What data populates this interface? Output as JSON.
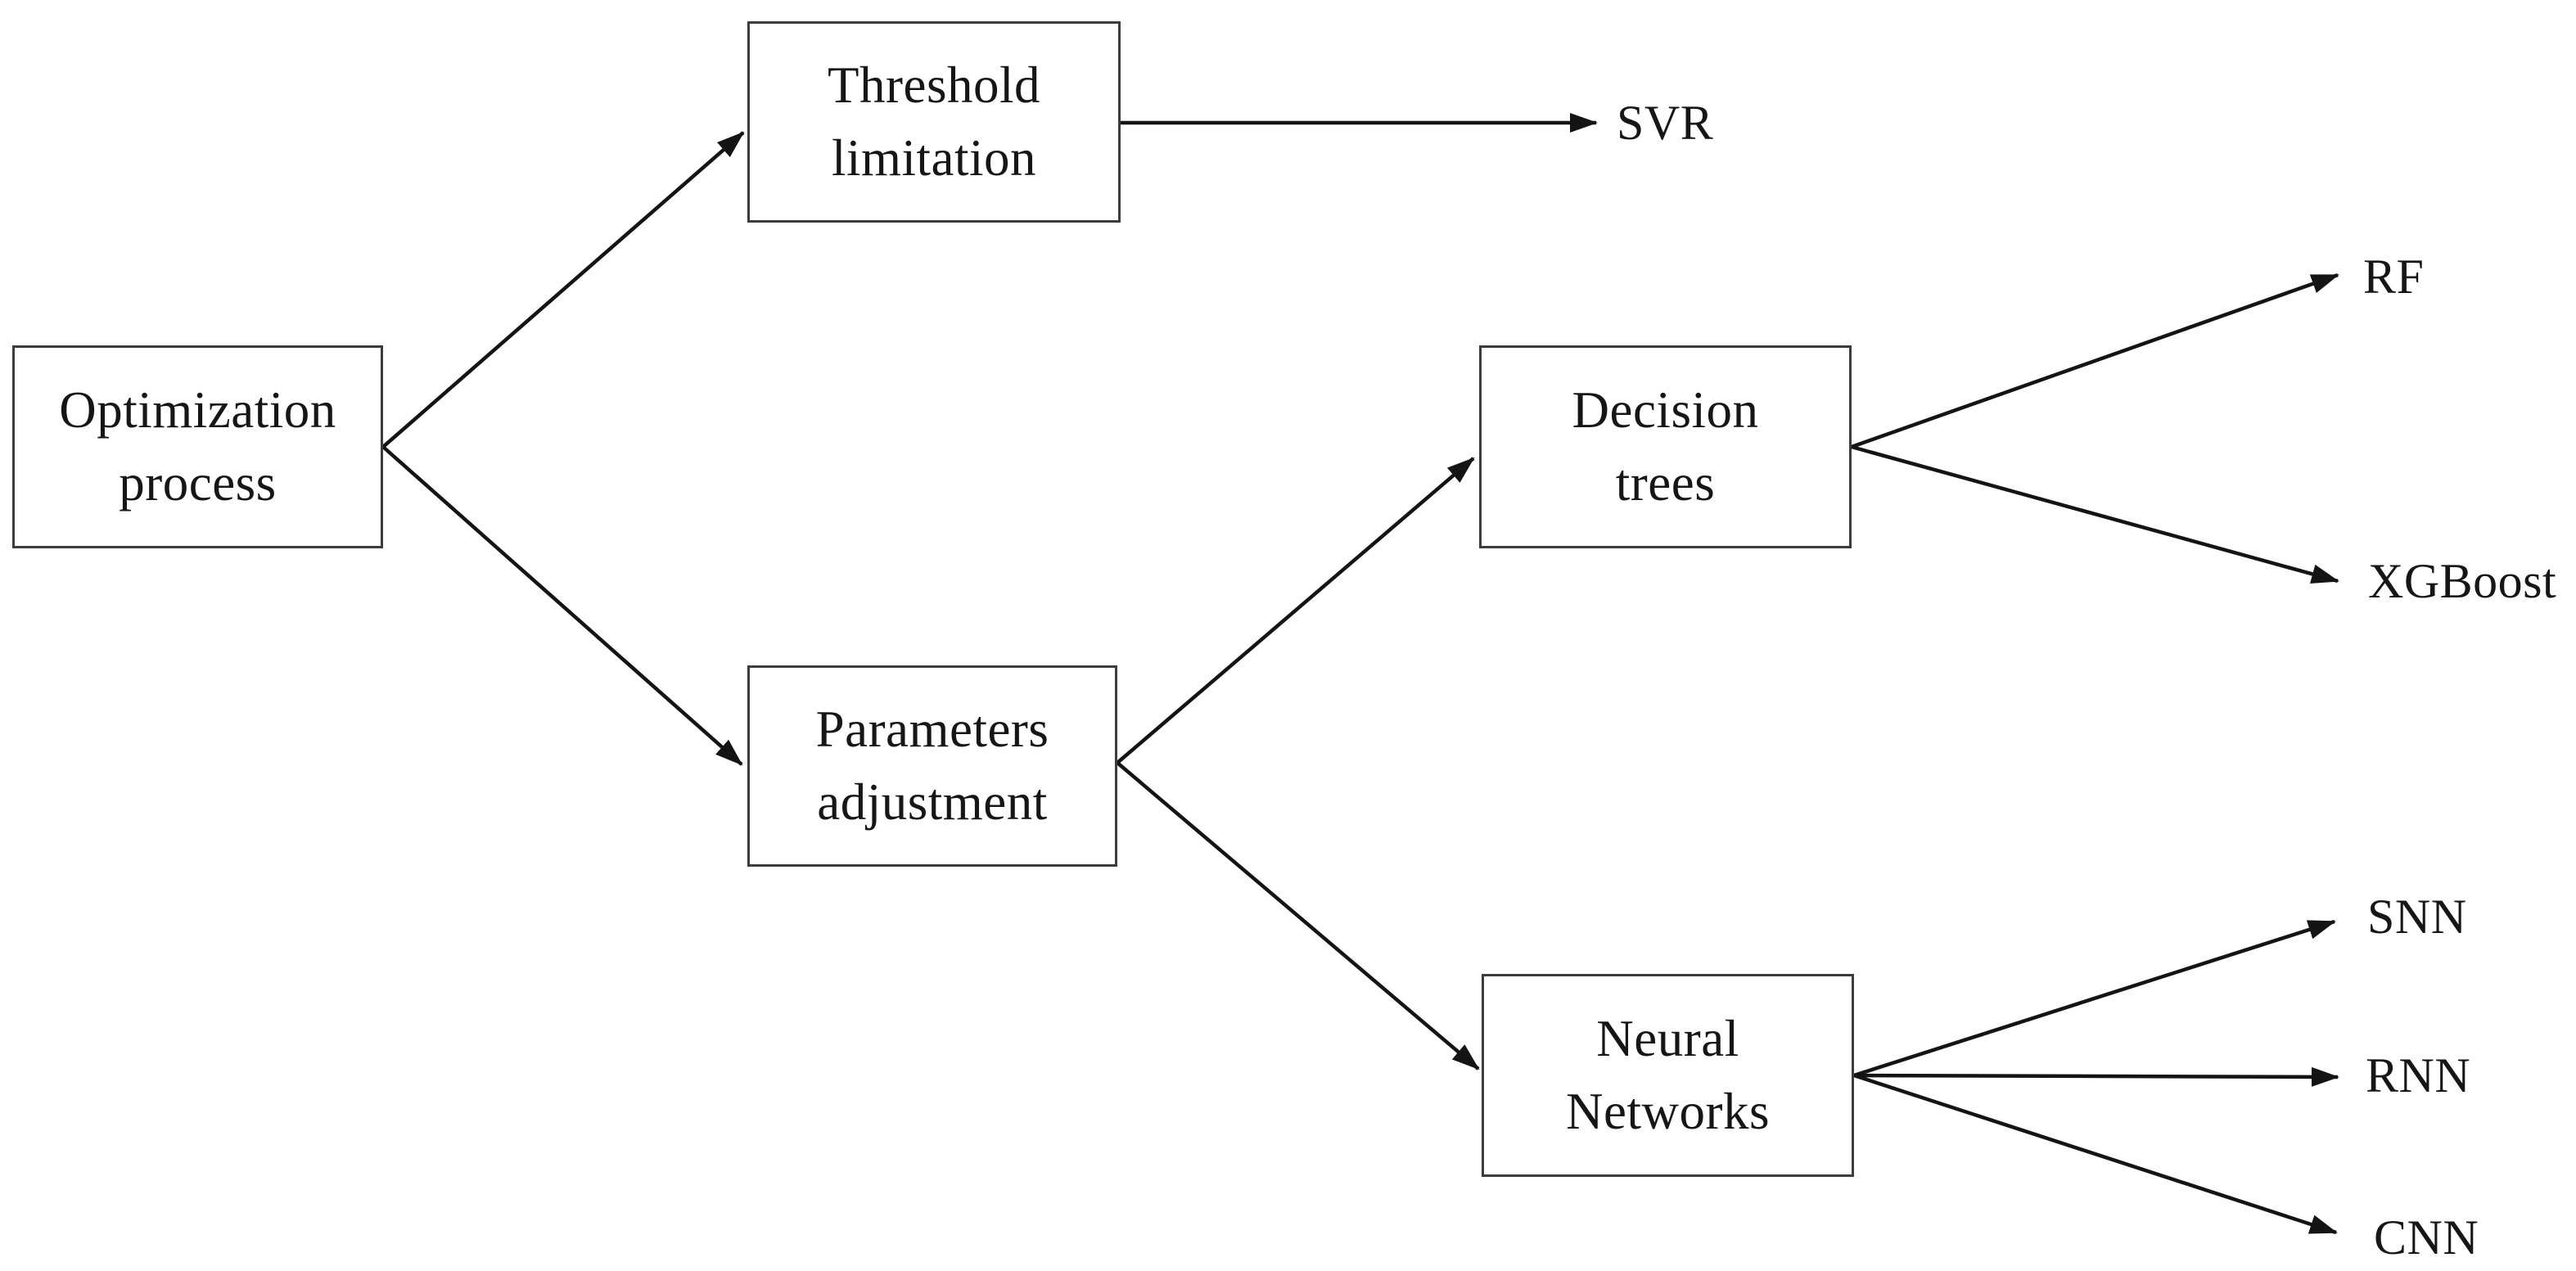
{
  "figure": {
    "type": "flowchart",
    "background_color": "#ffffff",
    "ink_color": "#141414",
    "box_border_color": "#3c3c3c",
    "nodes": {
      "optimization": {
        "lines": [
          "Optimization",
          "process"
        ]
      },
      "threshold": {
        "lines": [
          "Threshold",
          "limitation"
        ]
      },
      "parameters": {
        "lines": [
          "Parameters",
          "adjustment"
        ]
      },
      "decision": {
        "lines": [
          "Decision",
          "trees"
        ]
      },
      "neural": {
        "lines": [
          "Neural",
          "Networks"
        ]
      }
    },
    "leaves": {
      "svr": "SVR",
      "rf": "RF",
      "xgboost": "XGBoost",
      "snn": "SNN",
      "rnn": "RNN",
      "cnn": "CNN"
    },
    "edges": [
      {
        "from": "optimization",
        "to": "threshold"
      },
      {
        "from": "optimization",
        "to": "parameters"
      },
      {
        "from": "threshold",
        "to": "svr"
      },
      {
        "from": "parameters",
        "to": "decision"
      },
      {
        "from": "parameters",
        "to": "neural"
      },
      {
        "from": "decision",
        "to": "rf"
      },
      {
        "from": "decision",
        "to": "xgboost"
      },
      {
        "from": "neural",
        "to": "snn"
      },
      {
        "from": "neural",
        "to": "rnn"
      },
      {
        "from": "neural",
        "to": "cnn"
      }
    ]
  }
}
